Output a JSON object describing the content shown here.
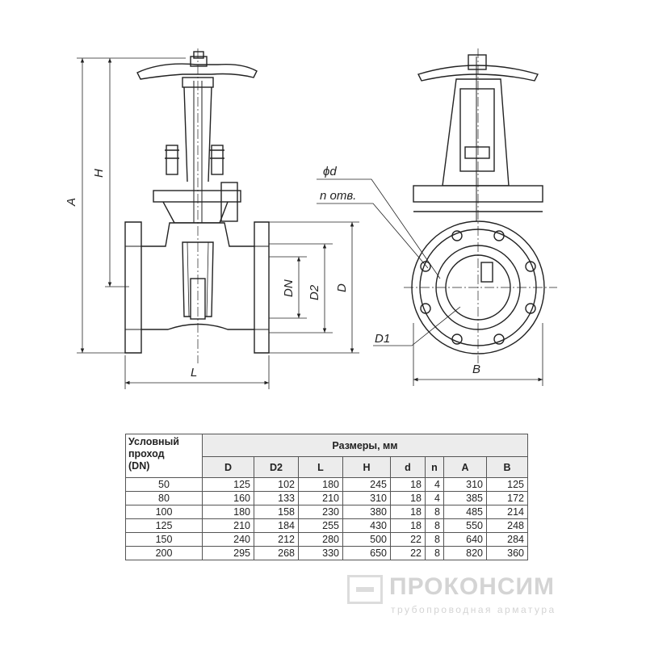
{
  "drawing": {
    "labels": {
      "A": "A",
      "H": "H",
      "L": "L",
      "DN": "DN",
      "D2": "D2",
      "D": "D",
      "B": "B",
      "D1": "D1",
      "phi_d": "ϕd",
      "n_holes": "n отв."
    }
  },
  "table": {
    "corner_label": [
      "Условный",
      "проход",
      "(DN)"
    ],
    "group_label": "Размеры, мм",
    "columns": [
      "D",
      "D2",
      "L",
      "H",
      "d",
      "n",
      "A",
      "B"
    ],
    "rows": [
      [
        "50",
        "125",
        "102",
        "180",
        "245",
        "18",
        "4",
        "310",
        "125"
      ],
      [
        "80",
        "160",
        "133",
        "210",
        "310",
        "18",
        "4",
        "385",
        "172"
      ],
      [
        "100",
        "180",
        "158",
        "230",
        "380",
        "18",
        "8",
        "485",
        "214"
      ],
      [
        "125",
        "210",
        "184",
        "255",
        "430",
        "18",
        "8",
        "550",
        "248"
      ],
      [
        "150",
        "240",
        "212",
        "280",
        "500",
        "22",
        "8",
        "640",
        "284"
      ],
      [
        "200",
        "295",
        "268",
        "330",
        "650",
        "22",
        "8",
        "820",
        "360"
      ]
    ]
  },
  "brand": {
    "name": "ПРОКОНСИМ",
    "tagline": "трубопроводная арматура"
  }
}
